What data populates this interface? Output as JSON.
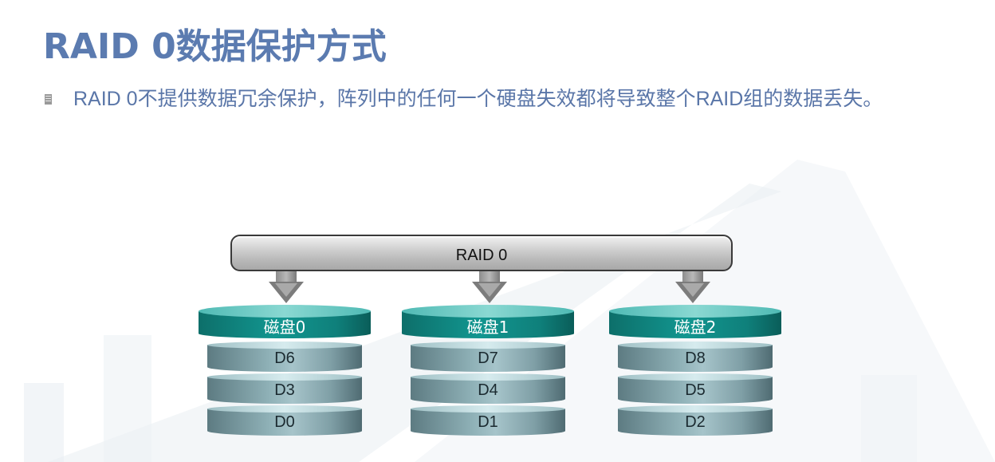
{
  "slide": {
    "title": "RAID 0数据保护方式",
    "bullet": "RAID 0不提供数据冗余保护，阵列中的任何一个硬盘失效都将导致整个RAID组的数据丢失。"
  },
  "diagram": {
    "raid_label": "RAID 0",
    "disks": [
      {
        "label": "磁盘0",
        "blocks": [
          "D6",
          "D3",
          "D0"
        ]
      },
      {
        "label": "磁盘1",
        "blocks": [
          "D7",
          "D4",
          "D1"
        ]
      },
      {
        "label": "磁盘2",
        "blocks": [
          "D8",
          "D5",
          "D2"
        ]
      }
    ]
  },
  "colors": {
    "title": "#5b7bb0",
    "body_text": "#5a76a8",
    "disk_cap": "#129690",
    "block": "#8fb1b7",
    "raid_bar": "#c4c4c4"
  }
}
